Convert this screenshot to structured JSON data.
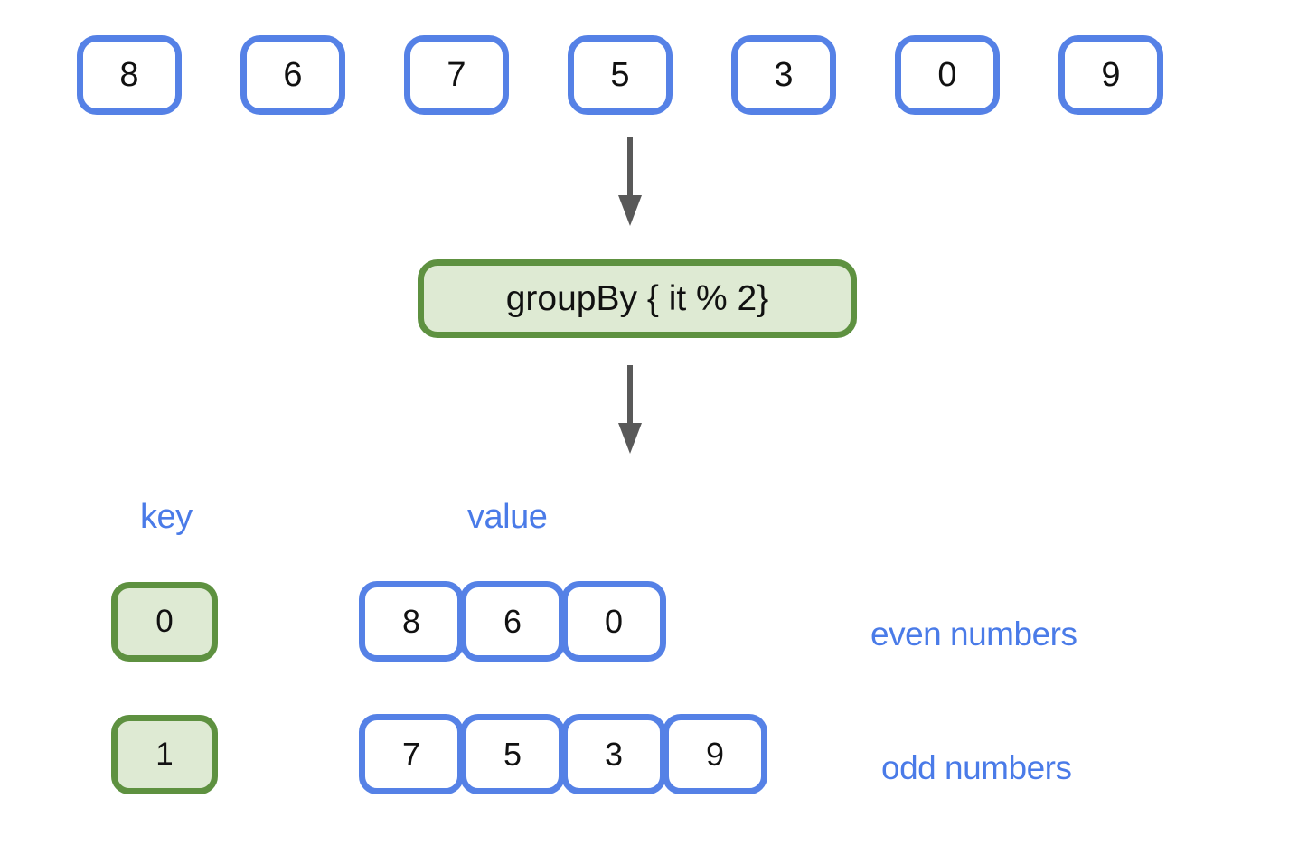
{
  "colors": {
    "blue_border": "#5581E6",
    "blue_text": "#4A7BE8",
    "green_border": "#5E9140",
    "green_fill": "#DEEAD3",
    "arrow": "#595959",
    "number_text": "#111111"
  },
  "input_list": {
    "values": [
      "8",
      "6",
      "7",
      "5",
      "3",
      "0",
      "9"
    ]
  },
  "operation": {
    "label": "groupBy { it % 2}"
  },
  "result": {
    "key_header": "key",
    "value_header": "value",
    "groups": [
      {
        "key": "0",
        "values": [
          "8",
          "6",
          "0"
        ],
        "annotation": "even numbers"
      },
      {
        "key": "1",
        "values": [
          "7",
          "5",
          "3",
          "9"
        ],
        "annotation": "odd numbers"
      }
    ]
  }
}
